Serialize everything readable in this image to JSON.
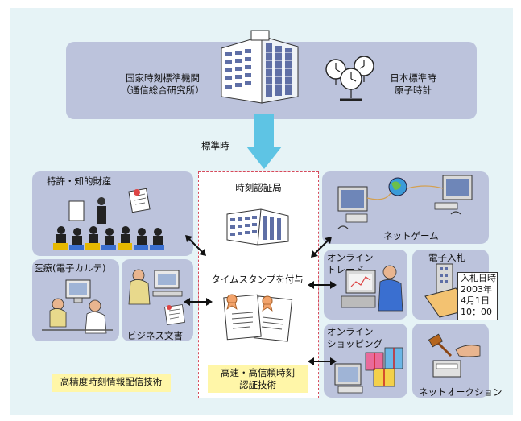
{
  "top": {
    "agency_line1": "国家時刻標準機関",
    "agency_line2": "（通信総合研究所）",
    "clock_line1": "日本標準時",
    "clock_line2": "原子時計"
  },
  "arrow_label": "標準時",
  "center": {
    "title": "時刻認証局",
    "stamp": "タイムスタンプを付与",
    "tech_line1": "高速・高信頼時刻",
    "tech_line2": "認証技術"
  },
  "left": {
    "patent": "特許・知的財産",
    "medical": "医療(電子カルテ)",
    "business": "ビジネス文書",
    "tech": "高精度時刻情報配信技術"
  },
  "right": {
    "game": "ネットゲーム",
    "trade_line1": "オンライン",
    "trade_line2": "トレード",
    "bid": "電子入札",
    "bid_note": [
      "入札日時",
      "2003年",
      "4月1日",
      "10：00"
    ],
    "shop_line1": "オンライン",
    "shop_line2": "ショッピング",
    "auction": "ネットオークション"
  },
  "colors": {
    "frame": "#e6f3f6",
    "panel": "#bcc3dc",
    "arrow": "#5ec4e4",
    "highlight": "#fff6a8",
    "center_border": "#d64b5c"
  }
}
